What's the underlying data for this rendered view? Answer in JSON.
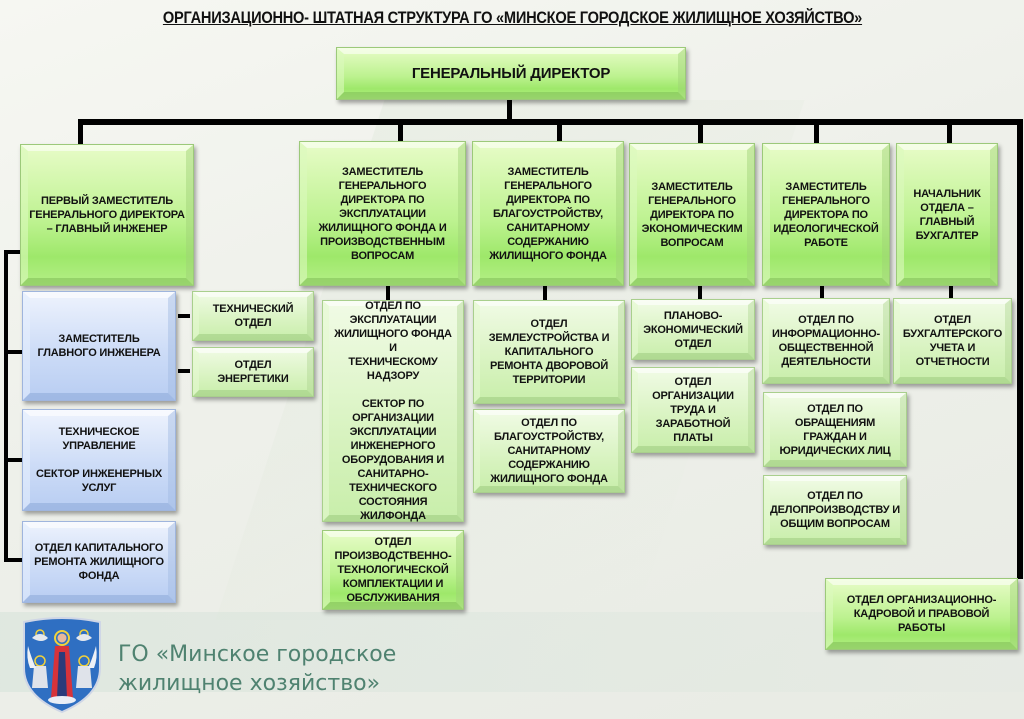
{
  "title": "ОРГАНИЗАЦИОННО- ШТАТНАЯ СТРУКТУРА ГО «МИНСКОЕ ГОРОДСКОЕ ЖИЛИЩНОЕ ХОЗЯЙСТВО»",
  "colors": {
    "primary_box": "#b4ef86",
    "secondary_box": "#d8f3c0",
    "engineering_box": "#cddcf7",
    "connector": "#000000",
    "footer_text": "#4f8270"
  },
  "director": "ГЕНЕРАЛЬНЫЙ ДИРЕКТОР",
  "deputies": [
    {
      "label": "ПЕРВЫЙ ЗАМЕСТИТЕЛЬ\nГЕНЕРАЛЬНОГО ДИРЕКТОРА\n– ГЛАВНЫЙ ИНЖЕНЕР"
    },
    {
      "label": "ЗАМЕСТИТЕЛЬ\nГЕНЕРАЛЬНОГО\nДИРЕКТОРА ПО\nЭКСПЛУАТАЦИИ\nЖИЛИЩНОГО ФОНДА И\nПРОИЗВОДСТВЕННЫМ\nВОПРОСАМ"
    },
    {
      "label": "ЗАМЕСТИТЕЛЬ\nГЕНЕРАЛЬНОГО\nДИРЕКТОРА ПО\nБЛАГОУСТРОЙСТВУ,\nСАНИТАРНОМУ\nСОДЕРЖАНИЮ\nЖИЛИЩНОГО ФОНДА"
    },
    {
      "label": "ЗАМЕСТИТЕЛЬ\nГЕНЕРАЛЬНОГО\nДИРЕКТОРА ПО\nЭКОНОМИЧЕСКИМ\nВОПРОСАМ"
    },
    {
      "label": "ЗАМЕСТИТЕЛЬ\nГЕНЕРАЛЬНОГО\nДИРЕКТОРА ПО\nИДЕОЛОГИЧЕСКОЙ\nРАБОТЕ"
    },
    {
      "label": "НАЧАЛЬНИК\nОТДЕЛА –\nГЛАВНЫЙ\nБУХГАЛТЕР"
    }
  ],
  "chief_engineer_units": [
    {
      "label": "ЗАМЕСТИТЕЛЬ\nГЛАВНОГО ИНЖЕНЕРА"
    },
    {
      "label": "ТЕХНИЧЕСКОЕ\nУПРАВЛЕНИЕ\n\nСЕКТОР ИНЖЕНЕРНЫХ\nУСЛУГ"
    },
    {
      "label": "ОТДЕЛ КАПИТАЛЬНОГО\nРЕМОНТА ЖИЛИЩНОГО\nФОНДА"
    }
  ],
  "deputy_engineer_units": [
    {
      "label": "ТЕХНИЧЕСКИЙ\nОТДЕЛ"
    },
    {
      "label": "ОТДЕЛ ЭНЕРГЕТИКИ"
    }
  ],
  "exploitation_units": [
    {
      "label": "ОТДЕЛ ПО\nЭКСПЛУАТАЦИИ\nЖИЛИЩНОГО ФОНДА И\nТЕХНИЧЕСКОМУ НАДЗОРУ\n\nСЕКТОР ПО\nОРГАНИЗАЦИИ\nЭКСПЛУАТАЦИИ\nИНЖЕНЕРНОГО\nОБОРУДОВАНИЯ И\nСАНИТАРНО-\nТЕХНИЧЕСКОГО\nСОСТОЯНИЯ ЖИЛФОНДА"
    },
    {
      "label": "ОТДЕЛ\nПРОИЗВОДСТВЕННО-\nТЕХНОЛОГИЧЕСКОЙ\nКОМПЛЕКТАЦИИ И\nОБСЛУЖИВАНИЯ"
    }
  ],
  "improvement_units": [
    {
      "label": "ОТДЕЛ\nЗЕМЛЕУСТРОЙСТВА И\nКАПИТАЛЬНОГО\nРЕМОНТА ДВОРОВОЙ\nТЕРРИТОРИИ"
    },
    {
      "label": "ОТДЕЛ ПО\nБЛАГОУСТРОЙСТВУ,\nСАНИТАРНОМУ\nСОДЕРЖАНИЮ\nЖИЛИЩНОГО ФОНДА"
    }
  ],
  "economic_units": [
    {
      "label": "ПЛАНОВО-\nЭКОНОМИЧЕСКИЙ\nОТДЕЛ"
    },
    {
      "label": "ОТДЕЛ\nОРГАНИЗАЦИИ\nТРУДА И\nЗАРАБОТНОЙ\nПЛАТЫ"
    }
  ],
  "ideology_units": [
    {
      "label": "ОТДЕЛ ПО\nИНФОРМАЦИОННО-\nОБЩЕСТВЕННОЙ\nДЕЯТЕЛЬНОСТИ"
    },
    {
      "label": "ОТДЕЛ ПО\nОБРАЩЕНИЯМ\nГРАЖДАН И\nЮРИДИЧЕСКИХ ЛИЦ"
    },
    {
      "label": "ОТДЕЛ ПО\nДЕЛОПРОИЗВОДСТВУ И\nОБЩИМ  ВОПРОСАМ"
    }
  ],
  "accounting_units": [
    {
      "label": "ОТДЕЛ\nБУХГАЛТЕРСКОГО\nУЧЕТА И\nОТЧЕТНОСТИ"
    }
  ],
  "hr_unit": {
    "label": "ОТДЕЛ ОРГАНИЗАЦИОННО-\nКАДРОВОЙ И ПРАВОВОЙ\nРАБОТЫ"
  },
  "footer": {
    "line1": "ГО «Минское городское",
    "line2": "жилищное хозяйство»",
    "logo_icon": "minsk-coat-of-arms-icon"
  }
}
